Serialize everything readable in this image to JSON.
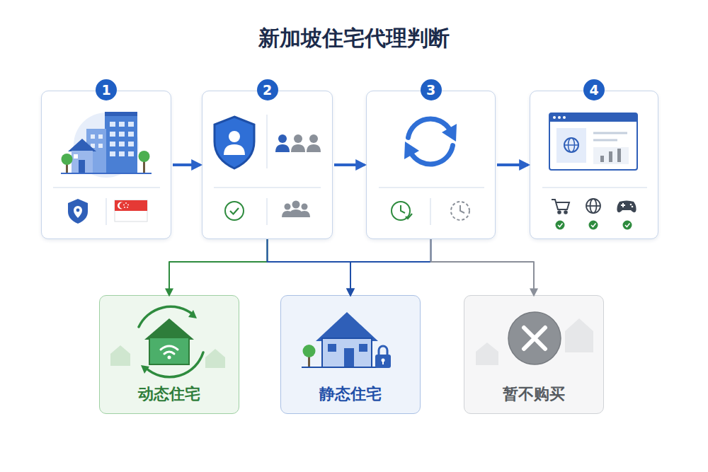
{
  "diagram": {
    "title": "新加坡住宅代理判断",
    "nodes": [
      {
        "text": [
          "1"
        ]
      },
      {
        "text": [
          "2"
        ]
      },
      {
        "text": [
          "3"
        ]
      },
      {
        "text": [
          "4"
        ]
      },
      {
        "text": [
          "动态住宅"
        ]
      },
      {
        "text": [
          "静态住宅"
        ]
      },
      {
        "text": [
          "暂不购买"
        ]
      }
    ],
    "edges": [
      {
        "from": 0,
        "to": 1,
        "arrow": "to"
      },
      {
        "from": 1,
        "to": 2,
        "arrow": "to"
      },
      {
        "from": 2,
        "to": 3,
        "arrow": "to"
      },
      {
        "from": 1,
        "to": 4,
        "arrow": "to"
      },
      {
        "from": 1,
        "to": 5,
        "arrow": "to"
      },
      {
        "from": 2,
        "to": 5,
        "arrow": "to"
      },
      {
        "from": 2,
        "to": 6,
        "arrow": "to"
      }
    ]
  }
}
